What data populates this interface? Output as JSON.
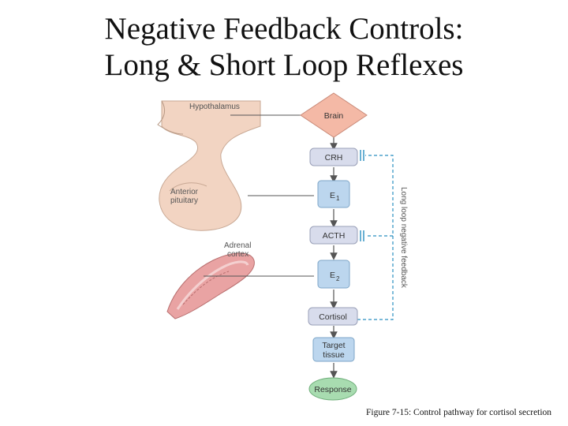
{
  "title": {
    "line1": "Negative Feedback Controls:",
    "line2": "Long & Short Loop Reflexes"
  },
  "caption": "Figure 7-15: Control pathway for cortisol secretion",
  "anatomy": {
    "hypothalamus": "Hypothalamus",
    "anterior_pituitary_1": "Anterior",
    "anterior_pituitary_2": "pituitary",
    "adrenal_cortex_1": "Adrenal",
    "adrenal_cortex_2": "cortex"
  },
  "pathway": {
    "brain": "Brain",
    "crh": "CRH",
    "e1": "E",
    "e1_sub": "1",
    "acth": "ACTH",
    "e2": "E",
    "e2_sub": "2",
    "cortisol": "Cortisol",
    "target_1": "Target",
    "target_2": "tissue",
    "response": "Response"
  },
  "feedback_label": "Long loop negative feedback",
  "colors": {
    "brain_fill": "#f4b9a6",
    "hormone_fill": "#d8dcec",
    "endocrine_fill": "#bcd6ee",
    "response_fill": "#a8dcb0",
    "feedback_line": "#2a8fc0",
    "tissue": "#f2d4c2",
    "adrenal": "#d98a8a"
  }
}
